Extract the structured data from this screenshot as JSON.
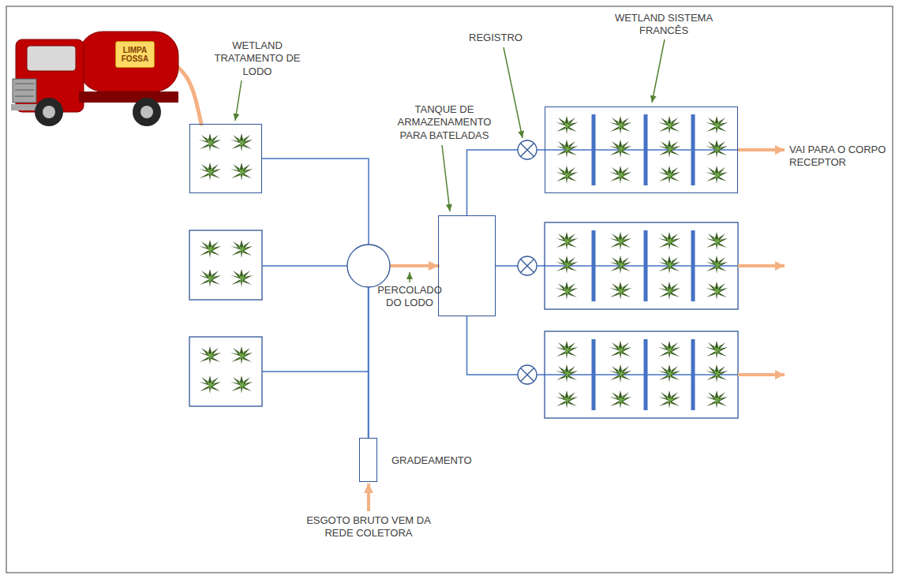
{
  "diagram": {
    "nodes": [
      {
        "text": [
          "LIMPA FOSSA"
        ]
      },
      {
        "text": [
          "WETLAND TRATAMENTO DE LODO"
        ]
      },
      {
        "text": [
          "TANQUE DE ARMAZENAMENTO PARA BATELADAS"
        ]
      },
      {
        "text": [
          "WETLAND SISTEMA FRANCÊS"
        ]
      },
      {
        "text": [
          "GRADEAMENTO"
        ]
      }
    ],
    "edges": [
      {
        "from": 0,
        "to": 1,
        "arrow": "none"
      },
      {
        "from": 1,
        "to": 2,
        "arrow": "to"
      },
      {
        "from": 4,
        "to": 2,
        "arrow": "to"
      },
      {
        "from": 2,
        "to": 3,
        "arrow": "none"
      }
    ],
    "labels": [
      "REGISTRO",
      "PERCOLADO DO LODO",
      "VAI PARA O CORPO RECEPTOR",
      "ESGOTO BRUTO VEM DA REDE COLETORA"
    ]
  }
}
